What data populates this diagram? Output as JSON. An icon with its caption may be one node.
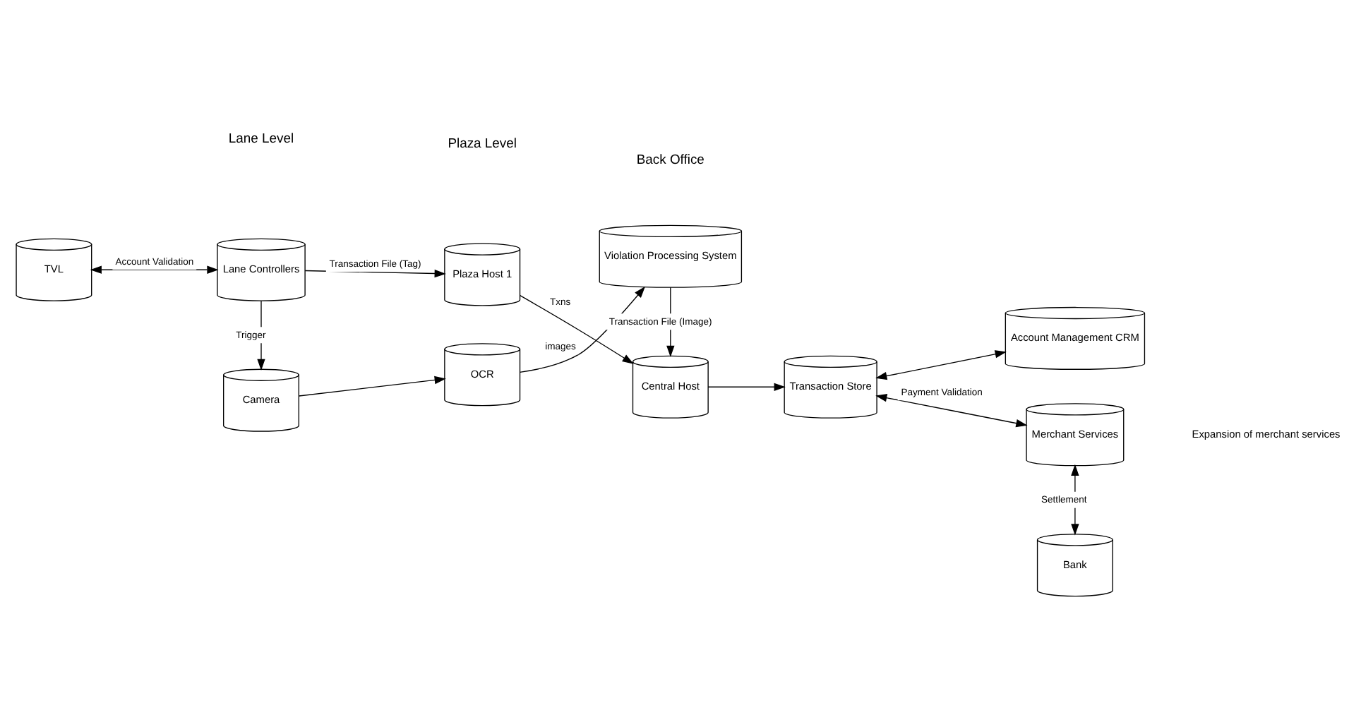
{
  "diagram": {
    "nodes": [
      {
        "text": [
          "TVL"
        ]
      },
      {
        "text": [
          "Lane Controllers"
        ]
      },
      {
        "text": [
          "Plaza Host 1"
        ]
      },
      {
        "text": [
          "Central Host"
        ]
      },
      {
        "text": [
          "Transaction Store"
        ]
      },
      {
        "text": [
          "Account Management CRM"
        ]
      },
      {
        "text": [
          "Camera"
        ]
      },
      {
        "text": [
          "OCR"
        ]
      },
      {
        "text": [
          "Violation Processing System"
        ]
      },
      {
        "text": [
          "Merchant Services"
        ]
      },
      {
        "text": [
          "Bank"
        ]
      }
    ],
    "edges": [
      {
        "from": 0,
        "to": 1,
        "arrow": "both",
        "label": "Account Validation"
      },
      {
        "from": 1,
        "to": 2,
        "arrow": "to",
        "label": "Transaction File (Tag)"
      },
      {
        "from": 2,
        "to": 3,
        "arrow": "to",
        "label": "Txns"
      },
      {
        "from": 3,
        "to": 4,
        "arrow": "to"
      },
      {
        "from": 4,
        "to": 5,
        "arrow": "both"
      },
      {
        "from": 1,
        "to": 6,
        "arrow": "to",
        "label": "Trigger"
      },
      {
        "from": 6,
        "to": 7,
        "arrow": "to"
      },
      {
        "from": 7,
        "to": 8,
        "arrow": "to",
        "label": "images"
      },
      {
        "from": 8,
        "to": 3,
        "arrow": "to",
        "label": "Transaction File (Image)"
      },
      {
        "from": 4,
        "to": 9,
        "arrow": "both",
        "label": "Payment Validation"
      },
      {
        "from": 9,
        "to": 10,
        "arrow": "both",
        "label": "Settlement"
      }
    ],
    "labels": [
      "Lane Level",
      "Plaza Level",
      "Back Office",
      "Expansion of merchant services"
    ]
  }
}
